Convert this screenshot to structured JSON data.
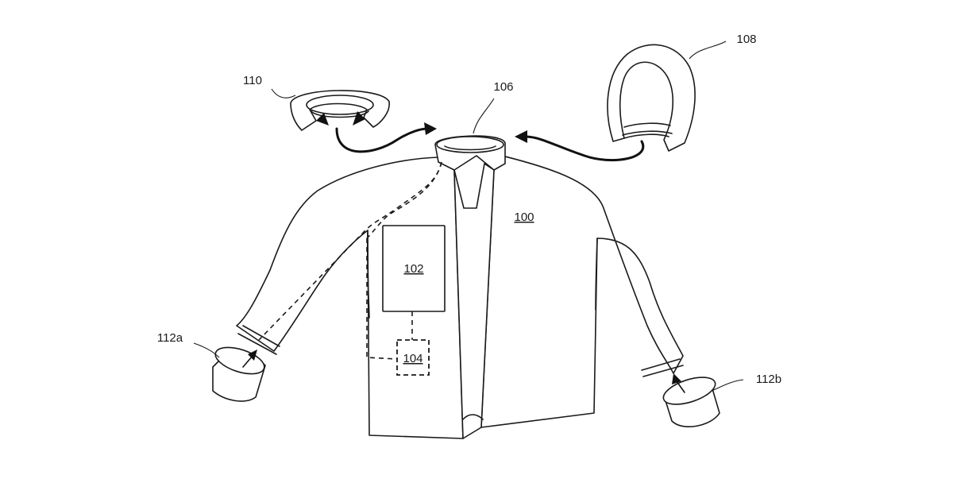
{
  "labels": {
    "jacket": "100",
    "electronics_module": "102",
    "connector_module": "104",
    "collar": "106",
    "hood": "108",
    "neck_ring": "110",
    "left_cuff": "112a",
    "right_cuff": "112b"
  },
  "colors": {
    "line": "#1a1a1a",
    "background": "#ffffff"
  }
}
